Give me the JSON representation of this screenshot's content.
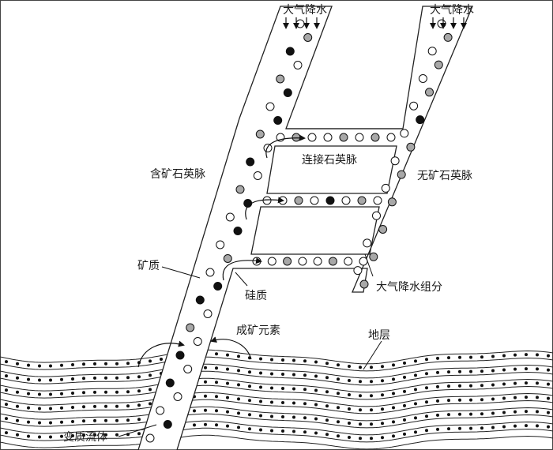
{
  "labels": {
    "rain_left": "大气降水",
    "rain_right": "大气降水",
    "connecting_vein": "连接石英脉",
    "ore_vein": "含矿石英脉",
    "barren_vein": "无矿石英脉",
    "ore_mineral": "矿质",
    "silica": "硅质",
    "ore_elements": "成矿元素",
    "strata": "地层",
    "meteoric_component": "大气降水组分",
    "metamorphic_fluid": "变质流体"
  },
  "legend_colors": {
    "ore_particle": "#111111",
    "silica_particle": "#ffffff",
    "meteoric_particle": "#a8a8a8",
    "outline": "#222222"
  }
}
